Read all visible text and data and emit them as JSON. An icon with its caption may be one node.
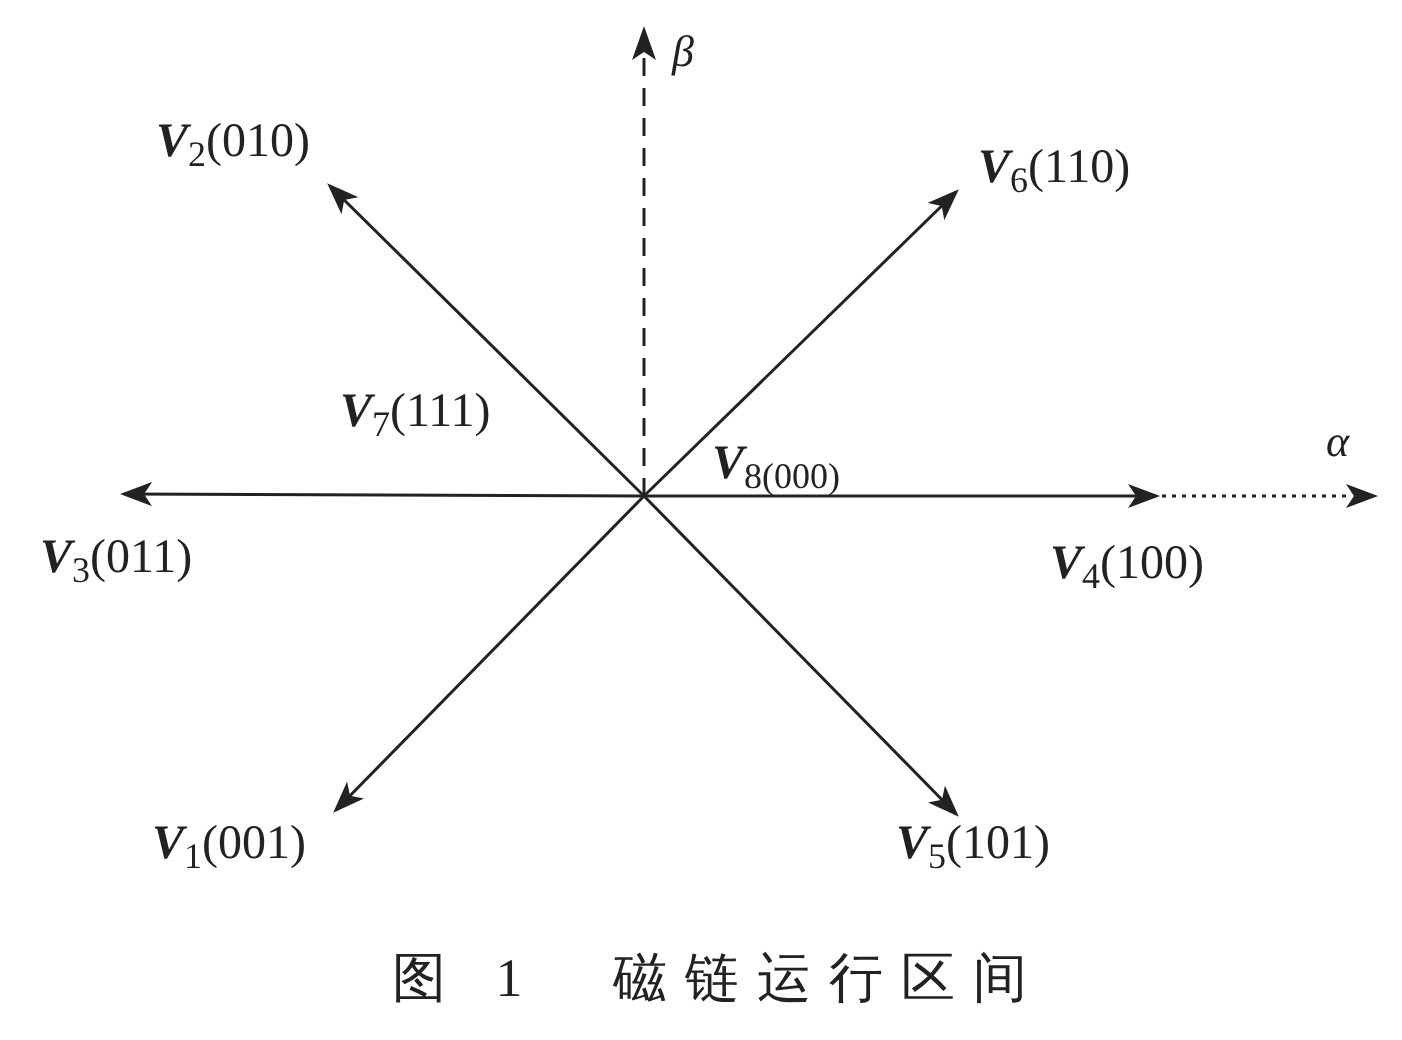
{
  "diagram": {
    "caption": "图 1　磁链运行区间",
    "nodes": [
      {
        "text": [
          "**V**$_{2}$(010)"
        ]
      },
      {
        "text": [
          "**V**$_{6}$(110)"
        ]
      },
      {
        "text": [
          "**V**$_{3}$(011)"
        ]
      },
      {
        "text": [
          "**V**$_{4}$(100)"
        ]
      },
      {
        "text": [
          "**V**$_{1}$(001)"
        ]
      },
      {
        "text": [
          "**V**$_{5}$(101)"
        ]
      }
    ],
    "edges": [
      {
        "from": null,
        "to": 0,
        "arrow": "to"
      },
      {
        "from": null,
        "to": 1,
        "arrow": "to"
      },
      {
        "from": null,
        "to": 2,
        "arrow": "to"
      },
      {
        "from": null,
        "to": 3,
        "arrow": "to"
      },
      {
        "from": null,
        "to": 4,
        "arrow": "to"
      },
      {
        "from": null,
        "to": 5,
        "arrow": "to"
      }
    ],
    "labels": [
      "β",
      "**V**$_{7}$(111)",
      "**V**$_{8(000)}$",
      "α"
    ]
  }
}
